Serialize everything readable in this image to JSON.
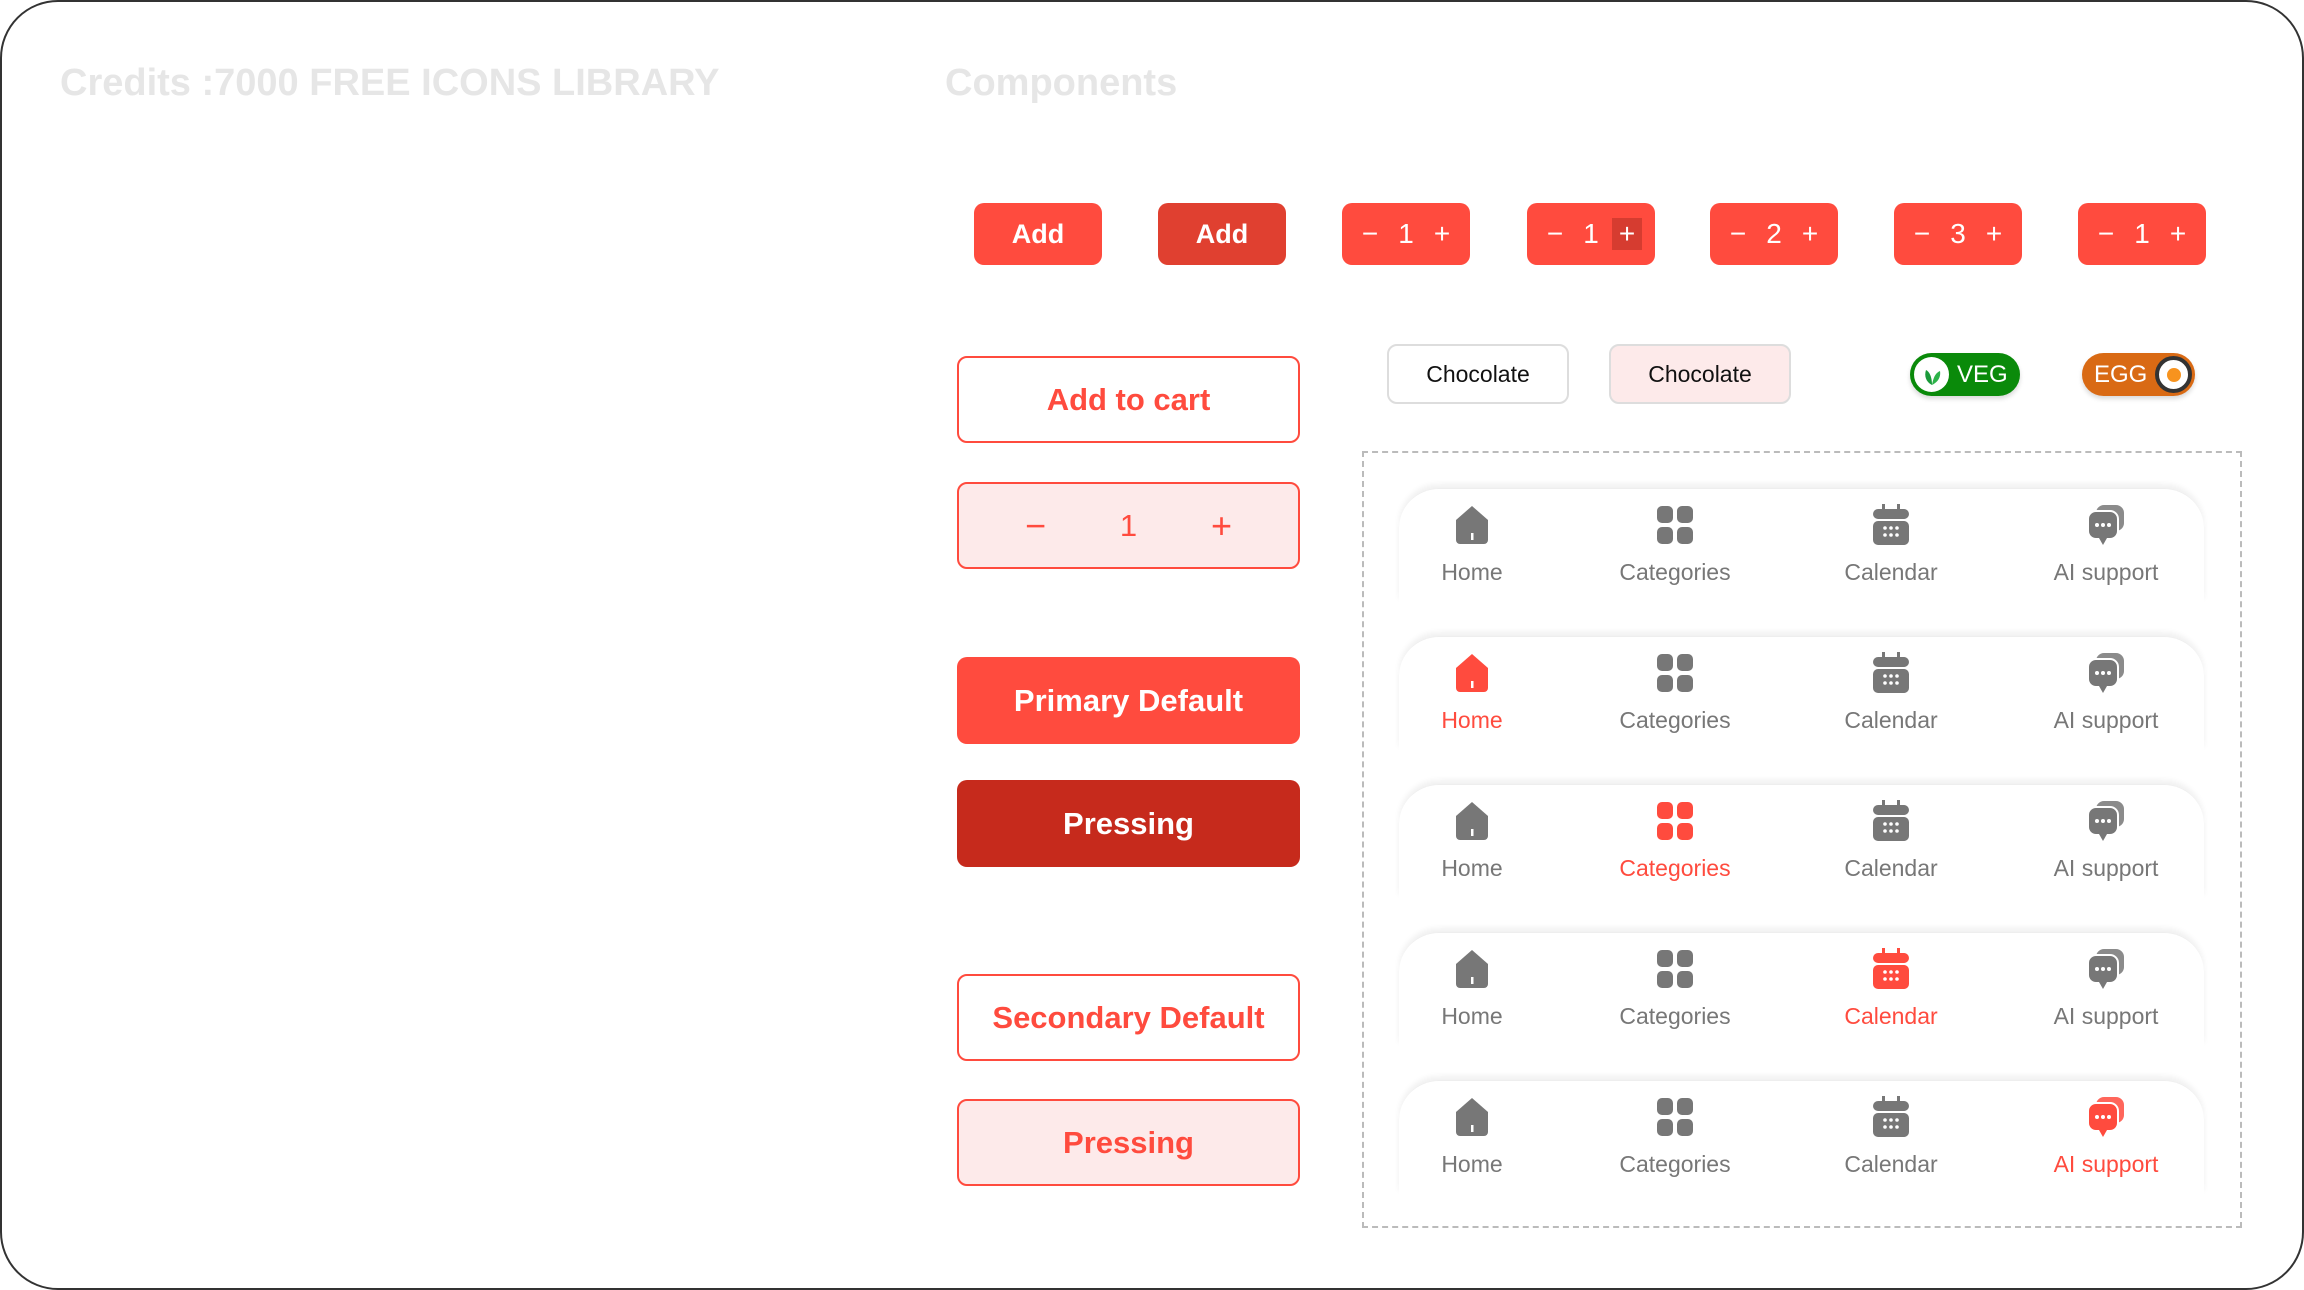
{
  "headings": {
    "credits": "Credits :7000 FREE ICONS LIBRARY",
    "components": "Components"
  },
  "small_buttons": {
    "add": "Add",
    "add_pressed": "Add",
    "minus": "−",
    "plus": "+",
    "steppers": [
      "1",
      "1",
      "2",
      "3",
      "1"
    ]
  },
  "large": {
    "add_to_cart": "Add to cart",
    "stepper_value": "1",
    "minus": "−",
    "plus": "+",
    "primary_default": "Primary Default",
    "primary_pressing": "Pressing",
    "secondary_default": "Secondary Default",
    "secondary_pressing": "Pressing"
  },
  "chips": [
    "Chocolate",
    "Chocolate"
  ],
  "toggles": {
    "veg": "VEG",
    "egg": "EGG"
  },
  "nav": {
    "items": [
      "Home",
      "Categories",
      "Calendar",
      "AI support"
    ]
  },
  "colors": {
    "primary": "#ff4b3e",
    "pressed": "#c62a1c",
    "veg": "#0a8a0a",
    "egg": "#d96a14",
    "inactive": "#777777"
  }
}
